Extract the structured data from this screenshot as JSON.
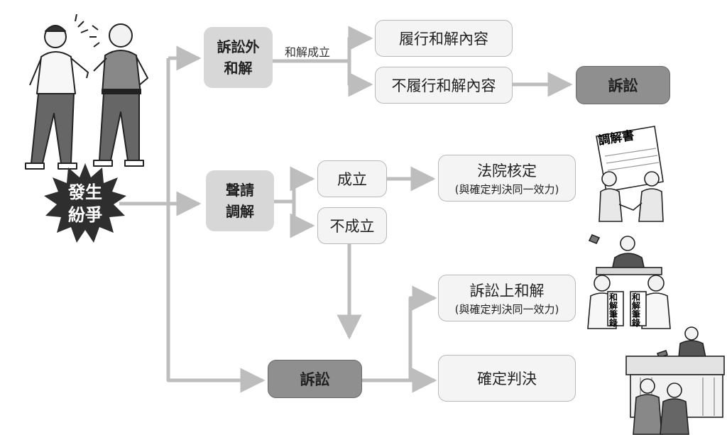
{
  "start": {
    "line1": "發生",
    "line2": "紛爭"
  },
  "nodes": {
    "out_of_court": {
      "line1": "訴訟外",
      "line2": "和解"
    },
    "mediation": {
      "line1": "聲請",
      "line2": "調解"
    },
    "lawsuit_main": "訴訟",
    "perform": "履行和解內容",
    "not_perform": "不履行和解內容",
    "lawsuit_right": "訴訟",
    "success": "成立",
    "failure": "不成立",
    "court_approval": {
      "title": "法院核定",
      "note": "(與確定判決同一效力)"
    },
    "court_settlement": {
      "title": "訴訟上和解",
      "note": "(與確定判決同一效力)"
    },
    "final_judgment": "確定判決"
  },
  "edge_labels": {
    "settlement_reached": "和解成立"
  },
  "illustrations": {
    "mediation_document": "調解書",
    "settlement_record_1": "和解筆錄",
    "settlement_record_2": "和解筆錄"
  },
  "colors": {
    "arrow": "#bdbdbd",
    "box_fill": "#d7d7d7",
    "dark_box": "#8f8f8f",
    "burst": "#2e2e2e"
  }
}
